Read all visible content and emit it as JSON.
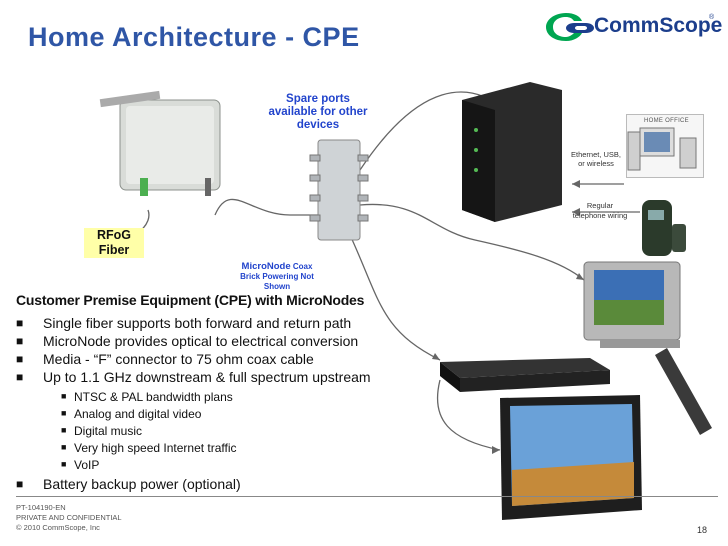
{
  "title": "Home Architecture - CPE",
  "logo": {
    "text": "CommScope",
    "reg": "®"
  },
  "labels": {
    "spare_ports": [
      "Spare ports",
      "available for other",
      "devices"
    ],
    "micronode": [
      "MicroNode",
      "Coax",
      "Brick Powering Not",
      "Shown"
    ],
    "rfog": [
      "RFoG",
      "Fiber"
    ],
    "ethernet": [
      "Ethernet,  USB,",
      "or wireless"
    ],
    "regular": [
      "Regular",
      "telephone wiring"
    ],
    "home_office": "HOME OFFICE"
  },
  "content": {
    "headline": "Customer Premise Equipment (CPE) with MicroNodes",
    "bullets": [
      "Single fiber supports both forward and return path",
      "MicroNode provides optical to electrical conversion",
      "Media - “F” connector to 75 ohm coax cable",
      "Up to 1.1 GHz downstream & full spectrum upstream"
    ],
    "sub_bullets": [
      "NTSC & PAL bandwidth plans",
      "Analog and digital video",
      "Digital music",
      "Very high speed Internet traffic",
      "VoIP"
    ],
    "last_bullet": "Battery backup power (optional)"
  },
  "footer": {
    "doc_id": "PT-104190-EN",
    "confidential": "PRIVATE AND CONFIDENTIAL",
    "copyright": "© 2010 CommScope, Inc",
    "page": "18"
  }
}
